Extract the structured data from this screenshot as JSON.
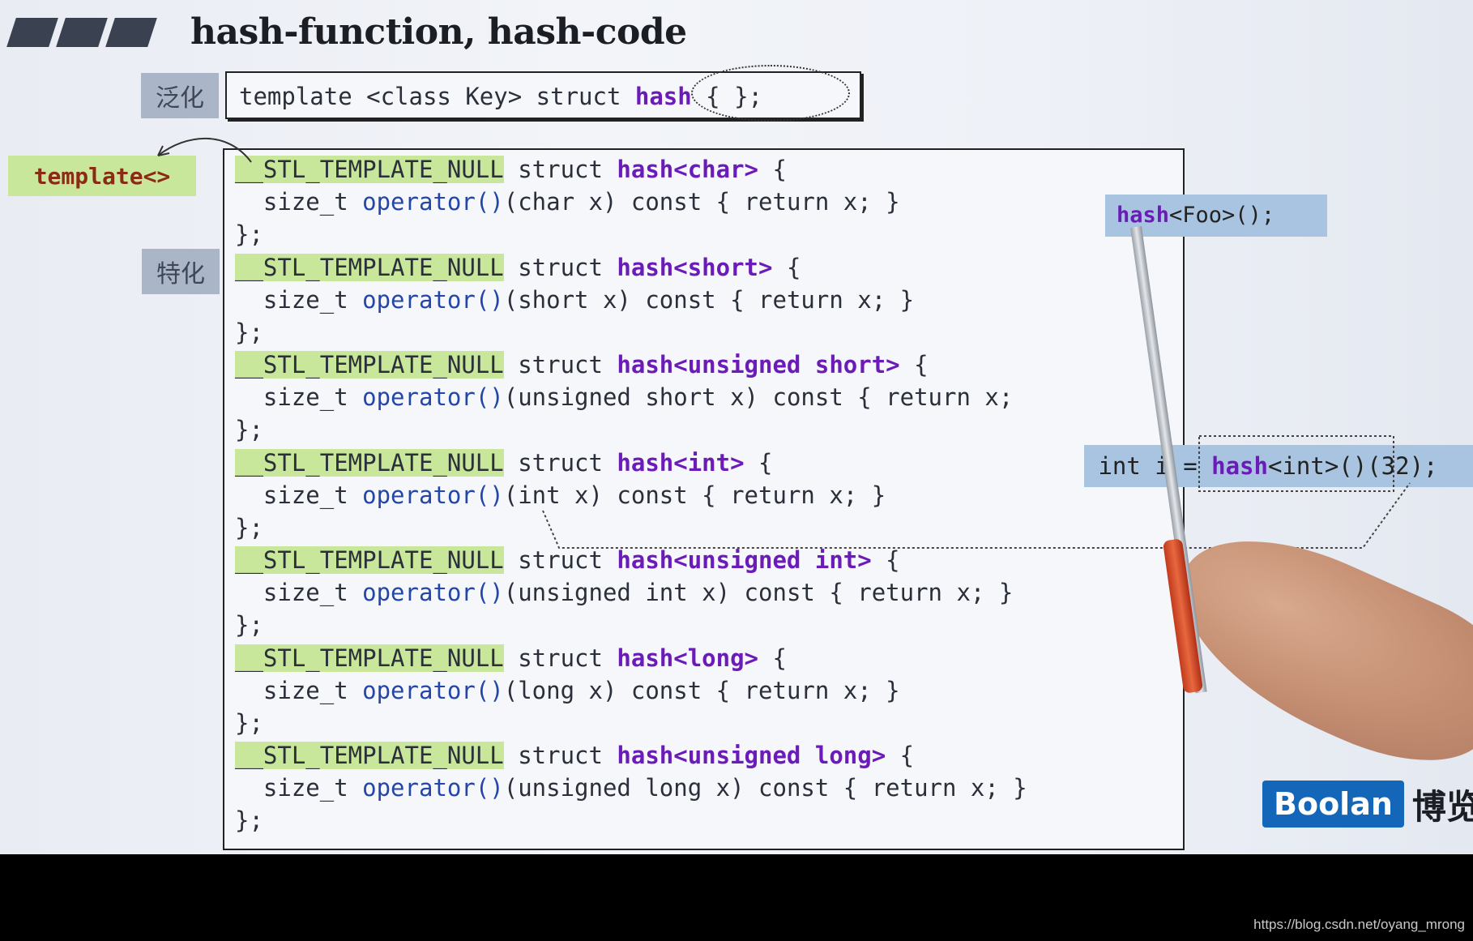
{
  "title": "hash-function, hash-code",
  "tags": {
    "generic": "泛化",
    "specialized": "特化"
  },
  "generic_code": {
    "prefix": "template <class Key> struct ",
    "hash": "hash",
    "suffix": " { };"
  },
  "template_label": "template<>",
  "specializations": [
    {
      "macro": "__STL_TEMPLATE_NULL",
      "struct": " struct ",
      "name": "hash<char>",
      "open": " {",
      "body_prefix": "  size_t ",
      "op": "operator()",
      "body_suffix": "(char x) const { return x; }",
      "close": "};"
    },
    {
      "macro": "__STL_TEMPLATE_NULL",
      "struct": " struct ",
      "name": "hash<short>",
      "open": " {",
      "body_prefix": "  size_t ",
      "op": "operator()",
      "body_suffix": "(short x) const { return x; }",
      "close": "};"
    },
    {
      "macro": "__STL_TEMPLATE_NULL",
      "struct": " struct ",
      "name": "hash<unsigned short>",
      "open": " {",
      "body_prefix": "  size_t ",
      "op": "operator()",
      "body_suffix": "(unsigned short x) const { return x;",
      "close": "};"
    },
    {
      "macro": "__STL_TEMPLATE_NULL",
      "struct": " struct ",
      "name": "hash<int>",
      "open": " {",
      "body_prefix": "  size_t ",
      "op": "operator()",
      "body_suffix": "(int x) const { return x; }",
      "close": "};"
    },
    {
      "macro": "__STL_TEMPLATE_NULL",
      "struct": " struct ",
      "name": "hash<unsigned int>",
      "open": " {",
      "body_prefix": "  size_t ",
      "op": "operator()",
      "body_suffix": "(unsigned int x) const { return x; }",
      "close": "};"
    },
    {
      "macro": "__STL_TEMPLATE_NULL",
      "struct": " struct ",
      "name": "hash<long>",
      "open": " {",
      "body_prefix": "  size_t ",
      "op": "operator()",
      "body_suffix": "(long x) const { return x; }",
      "close": "};"
    },
    {
      "macro": "__STL_TEMPLATE_NULL",
      "struct": " struct ",
      "name": "hash<unsigned long>",
      "open": " {",
      "body_prefix": "  size_t ",
      "op": "operator()",
      "body_suffix": "(unsigned long x) const { return x; }",
      "close": "};"
    }
  ],
  "callouts": {
    "foo": {
      "hash": "hash",
      "rest": "<Foo>();"
    },
    "int_call": {
      "lhs": " int i = ",
      "hash": "hash",
      "rest": "<int>()(32);"
    }
  },
  "brand": {
    "name": "Boolan",
    "cn": "博览"
  },
  "footer_url": "https://blog.csdn.net/oyang_mrong",
  "colors": {
    "highlight": "#c9e79a",
    "hash_keyword": "#6b1bb8",
    "operator": "#2346a8",
    "brand": "#1466b8",
    "callout": "#a9c4e0"
  }
}
